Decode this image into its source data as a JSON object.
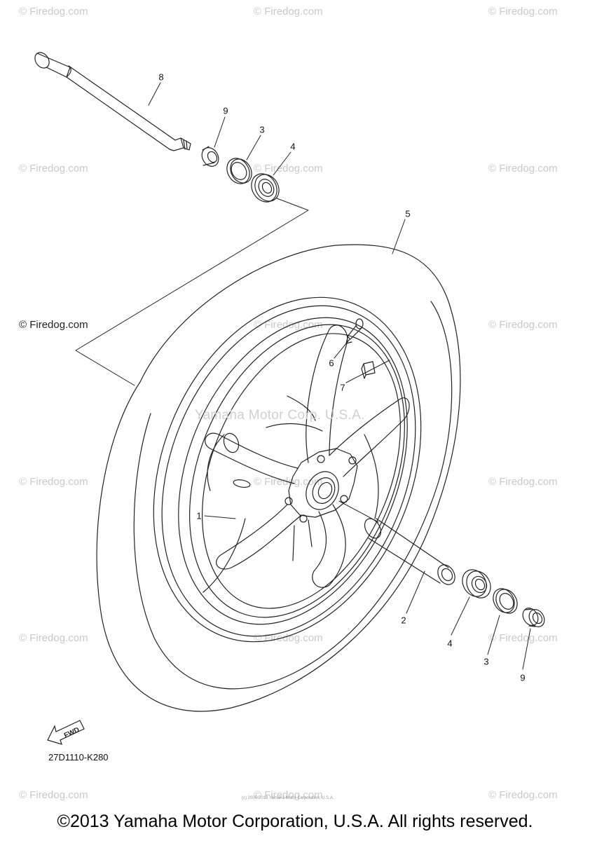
{
  "watermarks": {
    "firedog": "© Firedog.com",
    "center": "Yamaha Motor Corp. U.S.A."
  },
  "callouts": {
    "c1": "1",
    "c2": "2",
    "c3a": "3",
    "c3b": "3",
    "c4a": "4",
    "c4b": "4",
    "c5": "5",
    "c6": "6",
    "c7": "7",
    "c8": "8",
    "c9a": "9",
    "c9b": "9"
  },
  "fwd_label": "FWD",
  "part_code": "27D1110-K280",
  "small_print": "(c) 2005-2013 Yamaha Motor Corporation, U.S.A.",
  "copyright": "©2013 Yamaha Motor Corporation, U.S.A. All rights reserved."
}
